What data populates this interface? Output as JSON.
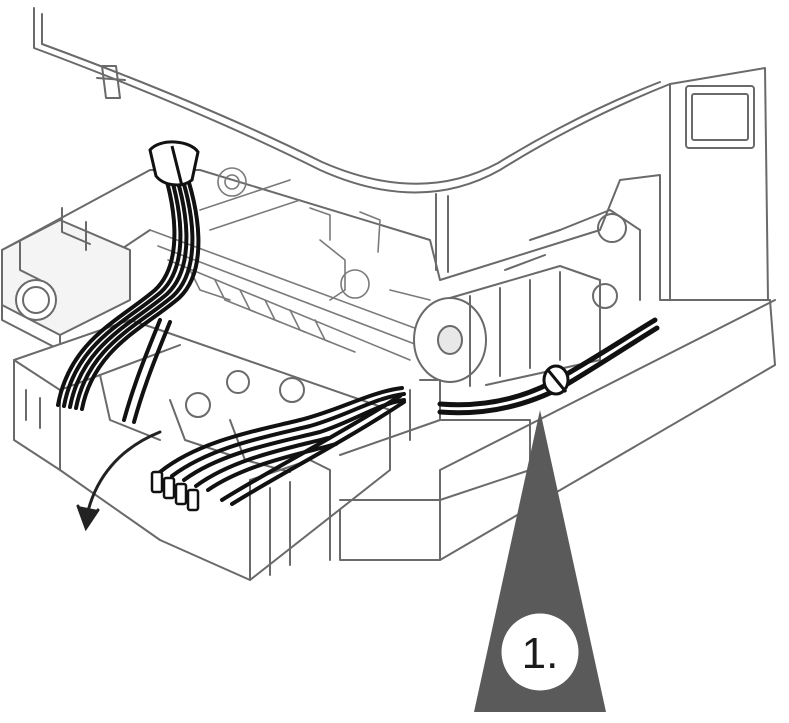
{
  "step_marker": {
    "label": "1."
  },
  "colors": {
    "line": "#6a6a6a",
    "housing_fill": "#ffffff",
    "detail_fill": "#e8e8e8",
    "cable": "#111111",
    "pointer": "#5a5a5a",
    "arrow": "#222222"
  },
  "icons": {
    "step_pointer": "triangle-callout",
    "removal_arrow": "curved-arrow"
  }
}
